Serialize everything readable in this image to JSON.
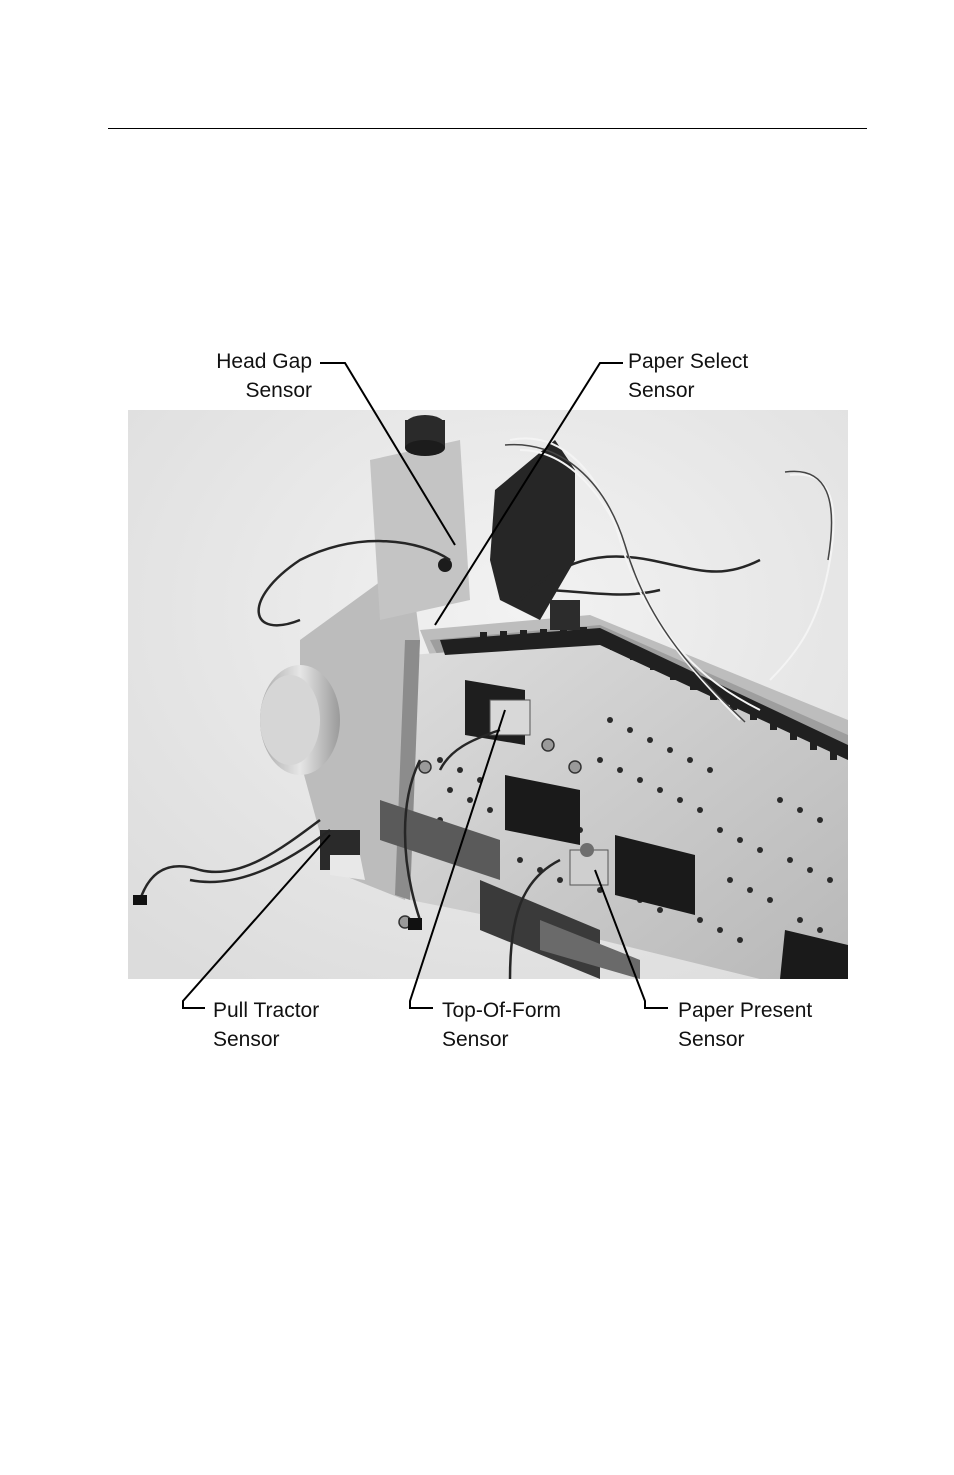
{
  "figure": {
    "labels": {
      "head_gap": {
        "line1": "Head Gap",
        "line2": "Sensor"
      },
      "paper_select": {
        "line1": "Paper Select",
        "line2": "Sensor"
      },
      "pull_tractor": {
        "line1": "Pull Tractor",
        "line2": "Sensor"
      },
      "top_of_form": {
        "line1": "Top-Of-Form",
        "line2": "Sensor"
      },
      "paper_present": {
        "line1": "Paper Present",
        "line2": "Sensor"
      }
    }
  },
  "colors": {
    "rule": "#000000",
    "photo_background": "#e9e9e9",
    "chassis": "#c9c9c9",
    "dark_parts": "#222222",
    "leader_lines": "#000000"
  }
}
